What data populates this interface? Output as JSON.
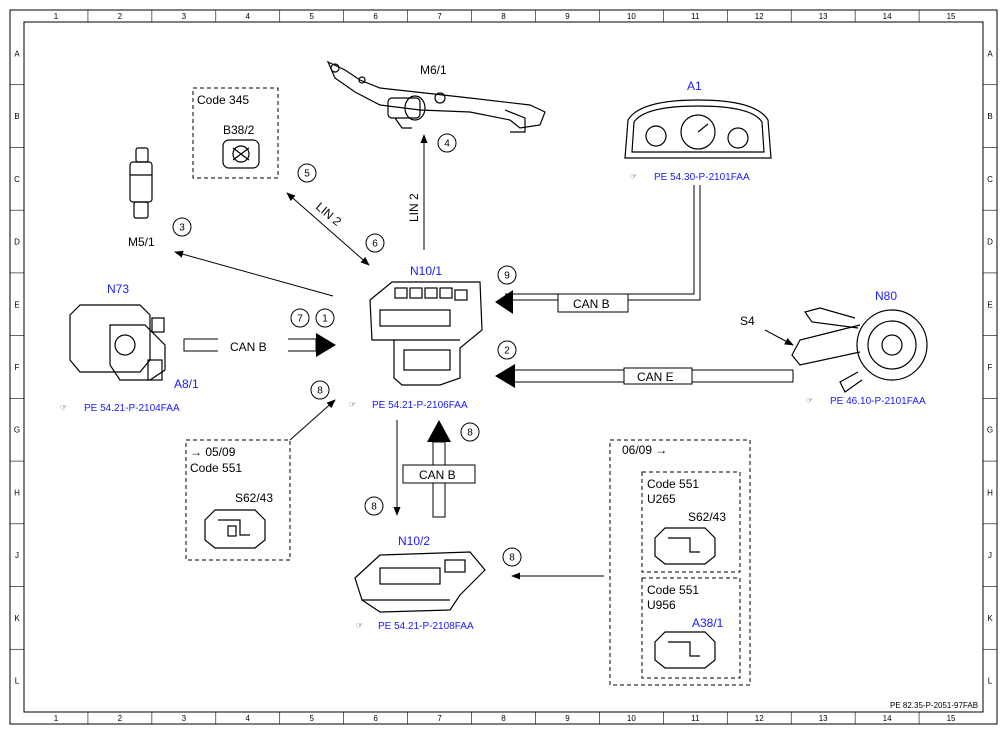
{
  "grid": {
    "columns": [
      "1",
      "2",
      "3",
      "4",
      "5",
      "6",
      "7",
      "8",
      "9",
      "10",
      "11",
      "12",
      "13",
      "14",
      "15"
    ],
    "rows": [
      "A",
      "B",
      "C",
      "D",
      "E",
      "F",
      "G",
      "H",
      "J",
      "K",
      "L"
    ]
  },
  "components": {
    "m6_1": "M6/1",
    "a1": "A1",
    "a1_ref": "PE 54.30-P-2101FAA",
    "code345": "Code 345",
    "b38_2": "B38/2",
    "m5_1": "M5/1",
    "n73": "N73",
    "a8_1": "A8/1",
    "n73_ref": "PE 54.21-P-2104FAA",
    "n10_1": "N10/1",
    "n10_1_ref": "PE 54.21-P-2106FAA",
    "n80": "N80",
    "s4": "S4",
    "n80_ref": "PE 46.10-P-2101FAA",
    "box_left_date": "→ 05/09",
    "box_left_code": "Code 551",
    "box_left_part": "S62/43",
    "n10_2": "N10/2",
    "n10_2_ref": "PE 54.21-P-2108FAA",
    "box_right_date": "06/09 →",
    "box_right_upper_code": "Code 551",
    "box_right_upper_u": "U265",
    "box_right_upper_part": "S62/43",
    "box_right_lower_code": "Code 551",
    "box_right_lower_u": "U956",
    "box_right_lower_part": "A38/1"
  },
  "bus_labels": {
    "lin2_a": "LIN 2",
    "lin2_b": "LIN 2",
    "can_b_left": "CAN B",
    "can_b_right": "CAN B",
    "can_e": "CAN E",
    "can_b_vertical": "CAN B"
  },
  "markers": [
    "1",
    "2",
    "3",
    "4",
    "5",
    "6",
    "7",
    "8",
    "8",
    "8",
    "8",
    "9"
  ],
  "footer": "PE 82.35-P-2051-97FAB"
}
